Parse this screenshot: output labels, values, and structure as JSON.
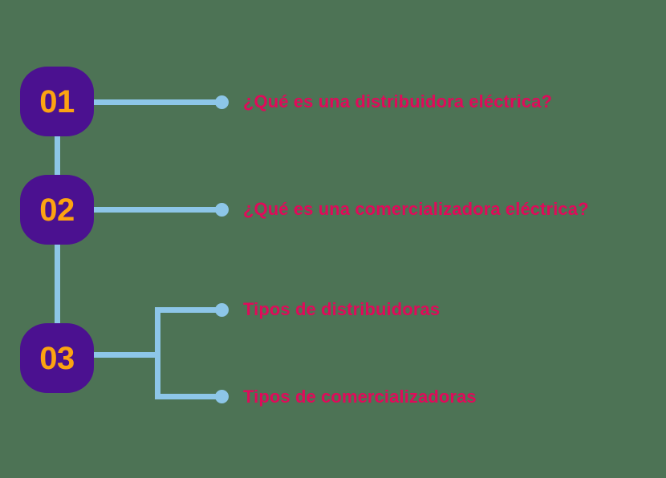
{
  "diagram": {
    "type": "numbered-outline-tree",
    "background_color": "#4d7355",
    "node_color": "#4b1190",
    "node_text_color": "#fca311",
    "connector_color": "#8dc6e8",
    "topic_text_color": "#e00a5a",
    "nodes": [
      {
        "number": "01",
        "topics": [
          {
            "text": "¿Qué es una distribuidora eléctrica?"
          }
        ]
      },
      {
        "number": "02",
        "topics": [
          {
            "text": "¿Qué es una comercializadora eléctrica?"
          }
        ]
      },
      {
        "number": "03",
        "topics": [
          {
            "text": "Tipos de distribuidoras"
          },
          {
            "text": "Tipos de comercializadoras"
          }
        ]
      }
    ]
  }
}
